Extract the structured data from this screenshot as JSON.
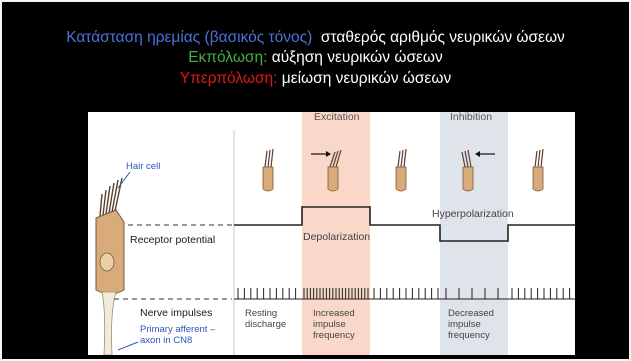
{
  "caption": {
    "line1_label": "Κατάσταση ηρεμίας (βασικός τόνος)",
    "line1_text": "σταθερός αριθμός νευρικών ώσεων",
    "line2_label": "Εκπόλωση:",
    "line2_text": "αύξηση νευρικών ώσεων",
    "line3_label": "Υπερπόλωση:",
    "line3_text": "μείωση νευρικών ώσεων"
  },
  "colors": {
    "slide_background": "#000000",
    "line1_label": "#4a73d8",
    "line2_label": "#44b043",
    "line3_label": "#e01717",
    "excitation_band": "#f9d8c9",
    "inhibition_band": "#dfe3ea",
    "figure_blue": "#2b57b8"
  },
  "figure": {
    "excitation_heading": "Excitation",
    "inhibition_heading": "Inhibition",
    "hair_cell_label": "Hair cell",
    "receptor_potential_label": "Receptor potential",
    "nerve_impulses_label": "Nerve impulses",
    "primary_afferent_line1": "Primary afferent –",
    "primary_afferent_line2": "axon in CN8",
    "depolarization_label": "Depolarization",
    "hyperpolarization_label": "Hyperpolarization",
    "resting_line1": "Resting",
    "resting_line2": "discharge",
    "increased_line1": "Increased",
    "increased_line2": "impulse",
    "increased_line3": "frequency",
    "decreased_line1": "Decreased",
    "decreased_line2": "impulse",
    "decreased_line3": "frequency"
  }
}
